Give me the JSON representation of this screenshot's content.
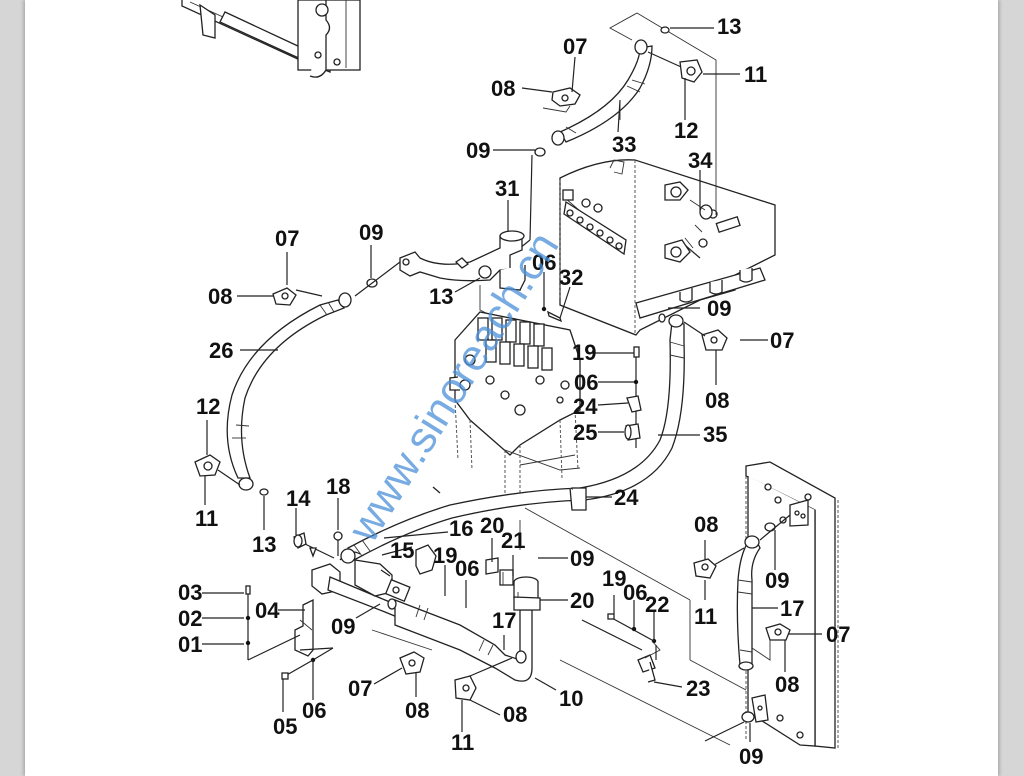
{
  "document": {
    "type": "exploded parts diagram",
    "watermark": "www.sinoreach.cn"
  },
  "callouts": [
    {
      "id": "c07a",
      "label": "07"
    },
    {
      "id": "c08a",
      "label": "08"
    },
    {
      "id": "c09a",
      "label": "09"
    },
    {
      "id": "c33",
      "label": "33"
    },
    {
      "id": "c13a",
      "label": "13"
    },
    {
      "id": "c11a",
      "label": "11"
    },
    {
      "id": "c12a",
      "label": "12"
    },
    {
      "id": "c34",
      "label": "34"
    },
    {
      "id": "c31",
      "label": "31"
    },
    {
      "id": "c07b",
      "label": "07"
    },
    {
      "id": "c09b",
      "label": "09"
    },
    {
      "id": "c08b",
      "label": "08"
    },
    {
      "id": "c13b",
      "label": "13"
    },
    {
      "id": "c06a",
      "label": "06"
    },
    {
      "id": "c32",
      "label": "32"
    },
    {
      "id": "c26",
      "label": "26"
    },
    {
      "id": "c09c",
      "label": "09"
    },
    {
      "id": "c07c",
      "label": "07"
    },
    {
      "id": "c08c",
      "label": "08"
    },
    {
      "id": "c19a",
      "label": "19"
    },
    {
      "id": "c06b",
      "label": "06"
    },
    {
      "id": "c24a",
      "label": "24"
    },
    {
      "id": "c25",
      "label": "25"
    },
    {
      "id": "c35",
      "label": "35"
    },
    {
      "id": "c12b",
      "label": "12"
    },
    {
      "id": "c11b",
      "label": "11"
    },
    {
      "id": "c14",
      "label": "14"
    },
    {
      "id": "c13c",
      "label": "13"
    },
    {
      "id": "c18",
      "label": "18"
    },
    {
      "id": "c24b",
      "label": "24"
    },
    {
      "id": "c16",
      "label": "16"
    },
    {
      "id": "c20a",
      "label": "20"
    },
    {
      "id": "c21",
      "label": "21"
    },
    {
      "id": "c15",
      "label": "15"
    },
    {
      "id": "c19b",
      "label": "19"
    },
    {
      "id": "c06c",
      "label": "06"
    },
    {
      "id": "c09d",
      "label": "09"
    },
    {
      "id": "c20b",
      "label": "20"
    },
    {
      "id": "c03",
      "label": "03"
    },
    {
      "id": "c02",
      "label": "02"
    },
    {
      "id": "c04",
      "label": "04"
    },
    {
      "id": "c01",
      "label": "01"
    },
    {
      "id": "c09e",
      "label": "09"
    },
    {
      "id": "c17a",
      "label": "17"
    },
    {
      "id": "c07d",
      "label": "07"
    },
    {
      "id": "c08d",
      "label": "08"
    },
    {
      "id": "c08e",
      "label": "08"
    },
    {
      "id": "c10",
      "label": "10"
    },
    {
      "id": "c11c",
      "label": "11"
    },
    {
      "id": "c05",
      "label": "05"
    },
    {
      "id": "c06d",
      "label": "06"
    },
    {
      "id": "c19c",
      "label": "19"
    },
    {
      "id": "c06e",
      "label": "06"
    },
    {
      "id": "c22",
      "label": "22"
    },
    {
      "id": "c23",
      "label": "23"
    },
    {
      "id": "c08f",
      "label": "08"
    },
    {
      "id": "c09f",
      "label": "09"
    },
    {
      "id": "c11d",
      "label": "11"
    },
    {
      "id": "c17b",
      "label": "17"
    },
    {
      "id": "c07e",
      "label": "07"
    },
    {
      "id": "c08g",
      "label": "08"
    },
    {
      "id": "c09g",
      "label": "09"
    }
  ]
}
